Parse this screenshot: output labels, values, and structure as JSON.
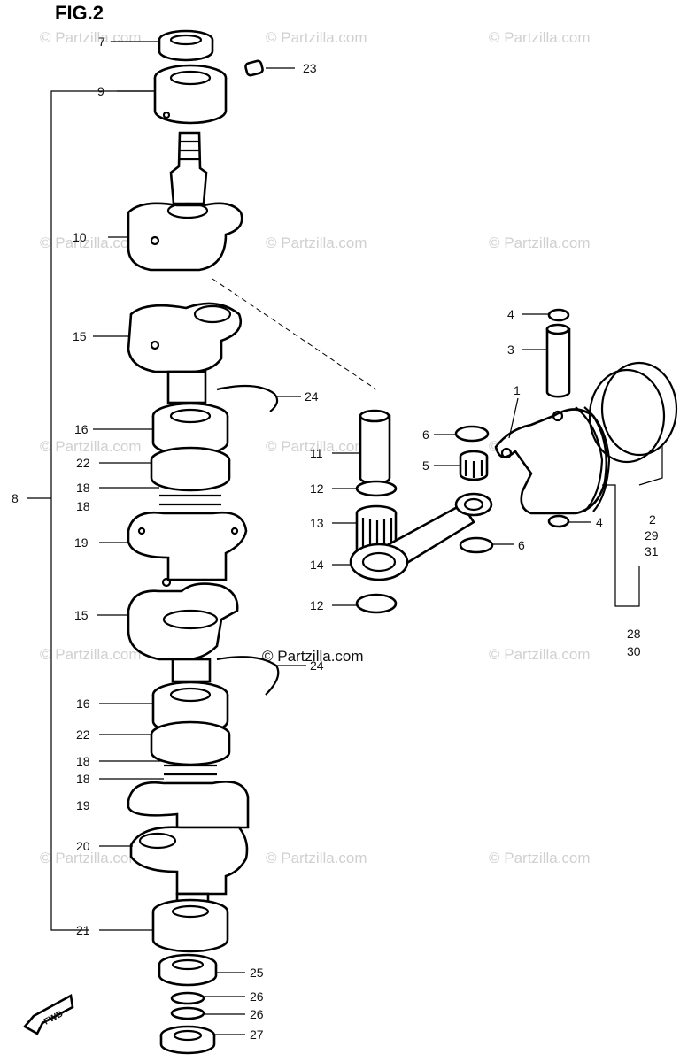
{
  "figure_title": "FIG.2",
  "watermark": "© Partzilla.com",
  "watermark_main": "© Partzilla.com",
  "fwd_label": "FWD",
  "callouts": {
    "c7": "7",
    "c9": "9",
    "c23": "23",
    "c10": "10",
    "c15a": "15",
    "c24a": "24",
    "c16a": "16",
    "c22a": "22",
    "c18a": "18",
    "c18b": "18",
    "c8": "8",
    "c19a": "19",
    "c15b": "15",
    "c24b": "24",
    "c16b": "16",
    "c22b": "22",
    "c18c": "18",
    "c18d": "18",
    "c19b": "19",
    "c20": "20",
    "c21": "21",
    "c25": "25",
    "c26a": "26",
    "c26b": "26",
    "c27": "27",
    "c4a": "4",
    "c3": "3",
    "c1": "1",
    "c6a": "6",
    "c11": "11",
    "c5": "5",
    "c12a": "12",
    "c13": "13",
    "c14": "14",
    "c6b": "6",
    "c12b": "12",
    "c4b": "4",
    "c2": "2",
    "c29": "29",
    "c31": "31",
    "c28": "28",
    "c30": "30"
  }
}
